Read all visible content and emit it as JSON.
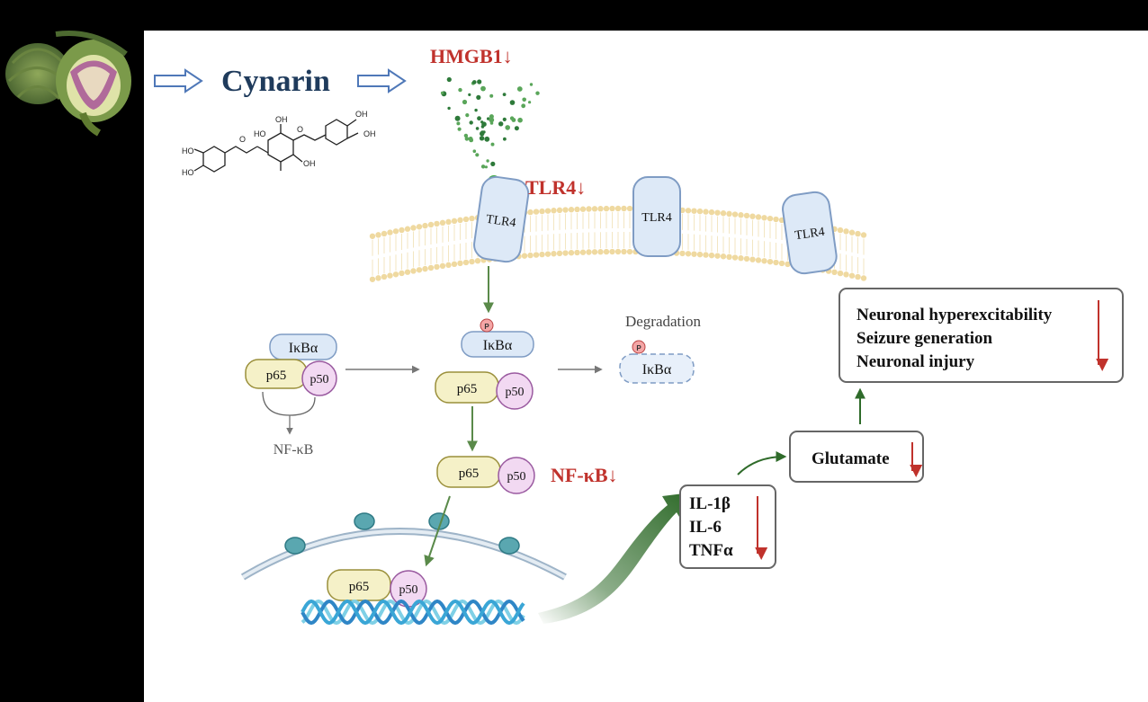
{
  "compound": {
    "name": "Cynarin"
  },
  "hmgb1": {
    "label": "HMGB1↓"
  },
  "tlr4": {
    "down_label": "TLR4↓",
    "receptor_label": "TLR4"
  },
  "ikba": {
    "label": "IκBα",
    "phospho": "P"
  },
  "degradation": {
    "label": "Degradation"
  },
  "complex": {
    "p65": "p65",
    "p50": "p50"
  },
  "nfkb": {
    "complex_label": "NF-κB",
    "down_label": "NF-κB↓"
  },
  "cytokines": [
    "IL-1β",
    "IL-6",
    "TNFα"
  ],
  "glutamate": {
    "label": "Glutamate"
  },
  "outcomes": [
    "Neuronal hyperexcitability",
    "Seizure generation",
    "Neuronal injury"
  ],
  "molecule": {
    "oh": "OH",
    "ho": "HO",
    "o": "O"
  },
  "colors": {
    "down_red": "#c0322c",
    "arrow_green": "#5a8a4a",
    "dark_green": "#2f6b2a",
    "title_blue": "#1f3b5c",
    "membrane": "#efd9a0",
    "receptor_fill": "#dde9f7",
    "receptor_stroke": "#7f9cc4"
  }
}
